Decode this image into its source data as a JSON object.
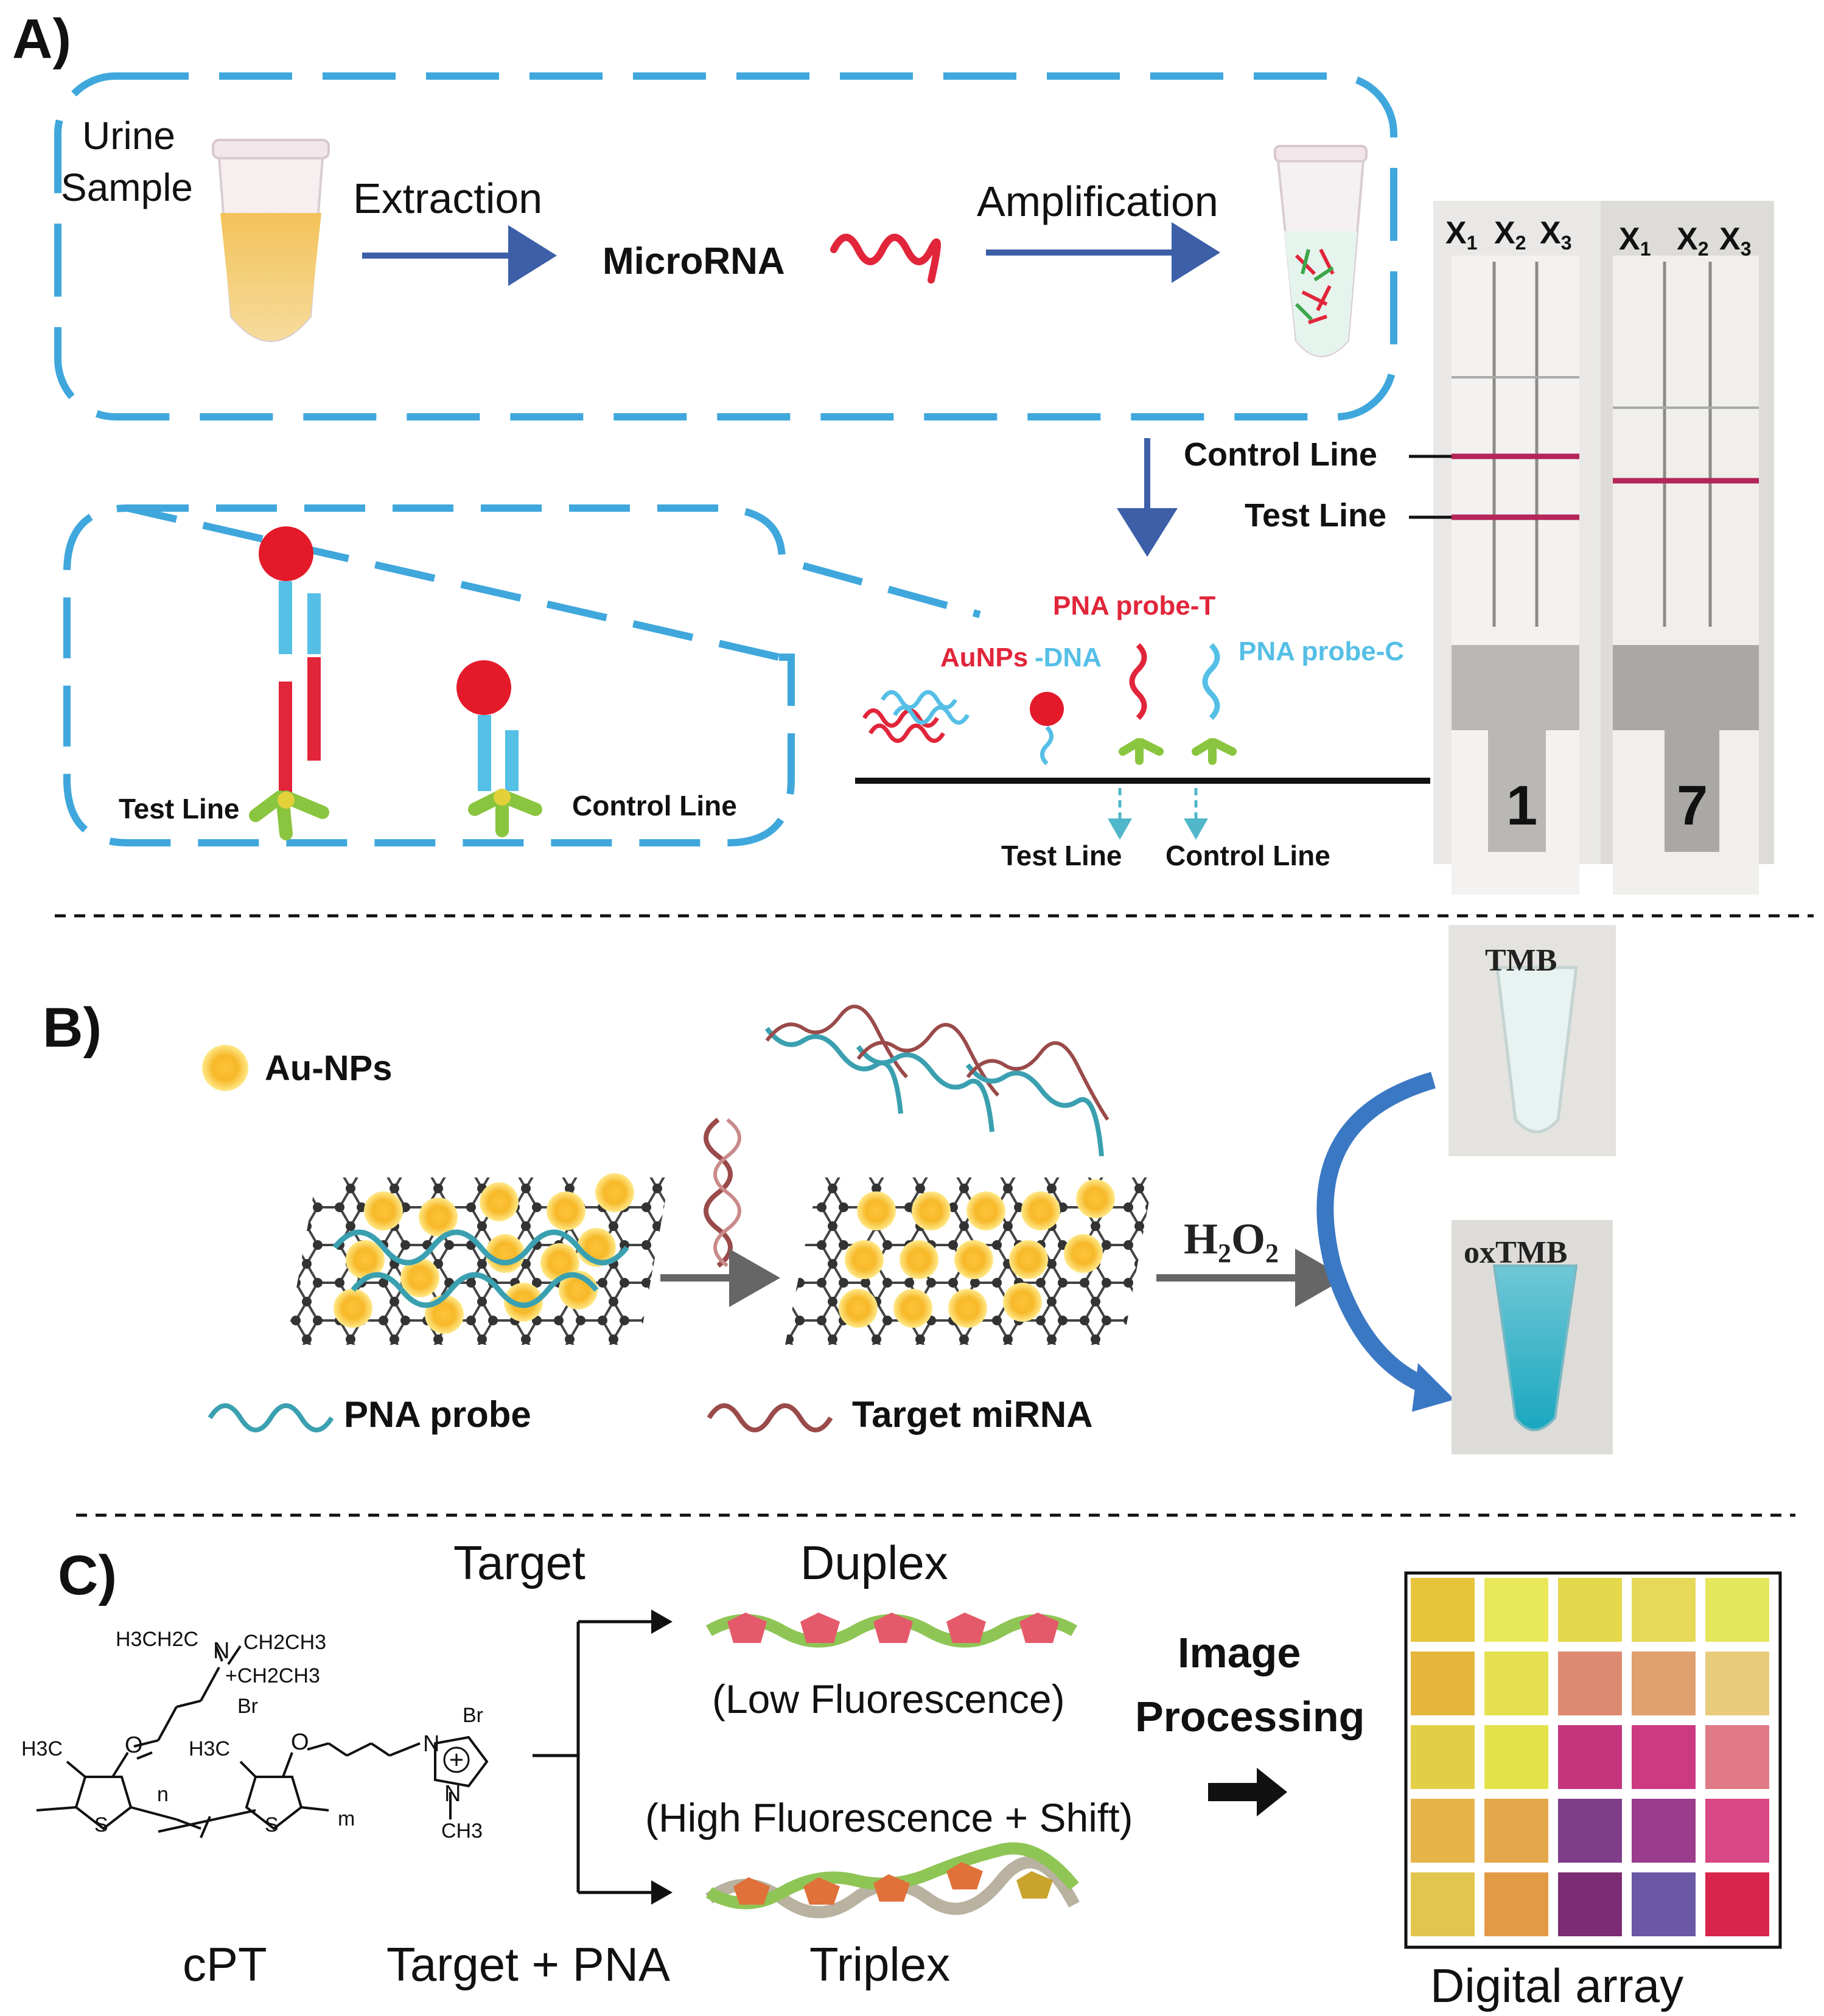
{
  "panelA": {
    "label": "A)",
    "urine_sample": [
      "Urine",
      "Sample"
    ],
    "extraction": "Extraction",
    "microrna": "MicroRNA",
    "amplification": "Amplification",
    "strip_labels_1": [
      "X",
      "1",
      "X",
      "2",
      "X",
      "3"
    ],
    "strip_labels_2": [
      "X",
      "1",
      "X",
      "2",
      "X",
      "3"
    ],
    "control_line_label": "Control Line",
    "test_line_label": "Test Line",
    "strip_number_1": "1",
    "strip_number_2": "7",
    "pna_probe_t": "PNA probe-T",
    "aunps": "AuNPs",
    "dna": "-DNA",
    "pna_probe_c": "PNA probe-C",
    "bottom_test_line": "Test Line",
    "bottom_control_line": "Control Line",
    "zoom_test_line": "Test Line",
    "zoom_control_line": "Control Line"
  },
  "panelB": {
    "label": "B)",
    "au_nps": "Au-NPs",
    "h2o2": "H",
    "h2o2_sub1": "2",
    "h2o2_o": "O",
    "h2o2_sub2": "2",
    "tmb": "TMB",
    "oxtmb": "oxTMB",
    "pna_probe": "PNA probe",
    "target_mirna": "Target miRNA"
  },
  "panelC": {
    "label": "C)",
    "target": "Target",
    "duplex": "Duplex",
    "low_fluor": "(Low Fluorescence)",
    "image_processing": [
      "Image",
      "Processing"
    ],
    "high_fluor": "(High Fluorescence + Shift)",
    "cpt": "cPT",
    "target_pna": "Target + PNA",
    "triplex": "Triplex",
    "digital_array": "Digital array",
    "chem": {
      "h3ch2c": "H3CH2C",
      "n_plus": "N",
      "ch2ch3_a": "CH2CH3",
      "ch2ch3_b": "+CH2CH3",
      "br1": "Br",
      "h3c_1": "H3C",
      "h3c_2": "H3C",
      "o1": "O",
      "o2": "O",
      "n_sub": "n",
      "m_sub": "m",
      "s1": "S",
      "s2": "S",
      "br2": "Br",
      "n_ring1": "N",
      "n_ring2": "N",
      "ch3": "CH3"
    },
    "array_colors": [
      [
        "#e8c43a",
        "#e9e85a",
        "#e4d84c",
        "#e6d858",
        "#e4e65c"
      ],
      [
        "#e5b83d",
        "#e6e04e",
        "#de8a70",
        "#e0a070",
        "#e8cc7c"
      ],
      [
        "#e3cf45",
        "#e3e24b",
        "#c4357e",
        "#cc3a82",
        "#e07a86"
      ],
      [
        "#e6b54a",
        "#e3a84a",
        "#7f3d8a",
        "#9c3c8c",
        "#d94884"
      ],
      [
        "#e2c54e",
        "#e39a45",
        "#7b2c72",
        "#6a58a6",
        "#d8264a"
      ]
    ]
  }
}
